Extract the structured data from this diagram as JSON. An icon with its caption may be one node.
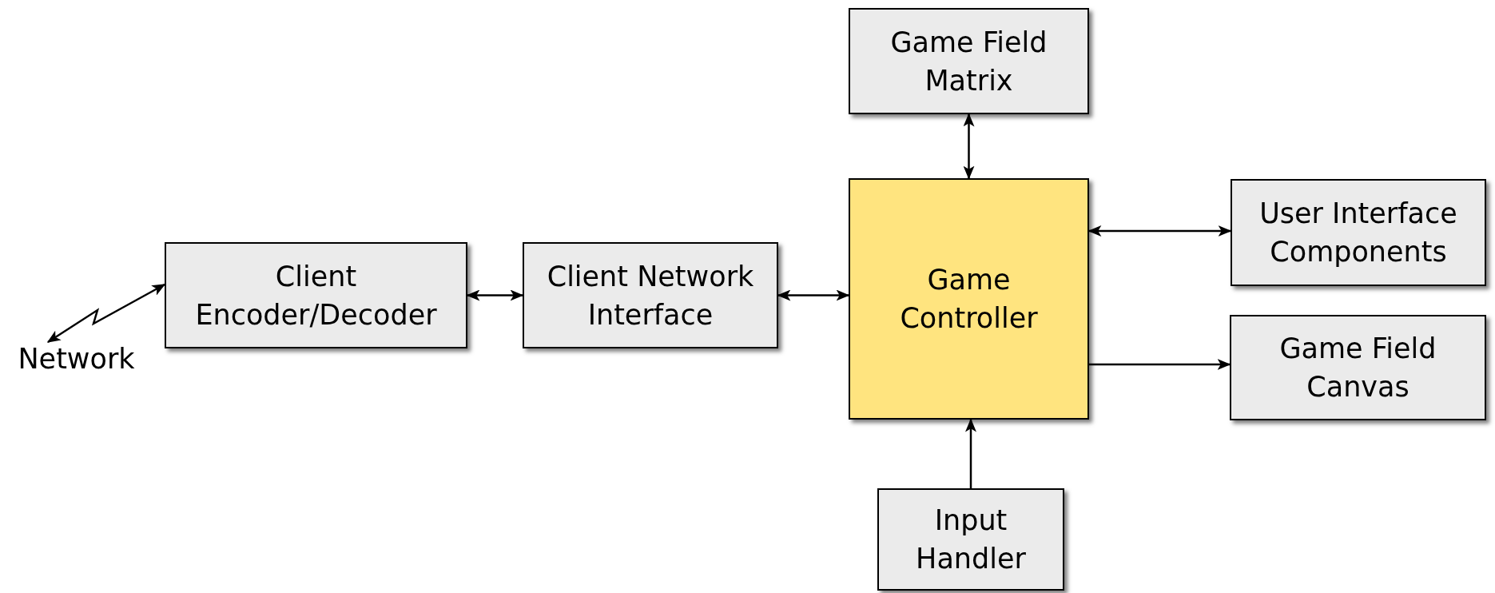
{
  "diagram": {
    "nodes": [
      {
        "text": [
          "Network"
        ]
      },
      {
        "text": [
          "Client Encoder/Decoder"
        ]
      },
      {
        "text": [
          "Client Network Interface"
        ]
      },
      {
        "text": [
          "Game Controller"
        ]
      },
      {
        "text": [
          "Game Field Matrix"
        ]
      },
      {
        "text": [
          "User Interface Components"
        ]
      },
      {
        "text": [
          "Game Field Canvas"
        ]
      },
      {
        "text": [
          "Input Handler"
        ]
      }
    ],
    "edges": [
      {
        "from": 0,
        "to": 1,
        "arrow": "both"
      },
      {
        "from": 1,
        "to": 2,
        "arrow": "both"
      },
      {
        "from": 2,
        "to": 3,
        "arrow": "both"
      },
      {
        "from": 4,
        "to": 3,
        "arrow": "both"
      },
      {
        "from": 3,
        "to": 5,
        "arrow": "both"
      },
      {
        "from": 3,
        "to": 6,
        "arrow": "to"
      },
      {
        "from": 7,
        "to": 3,
        "arrow": "to"
      }
    ]
  }
}
